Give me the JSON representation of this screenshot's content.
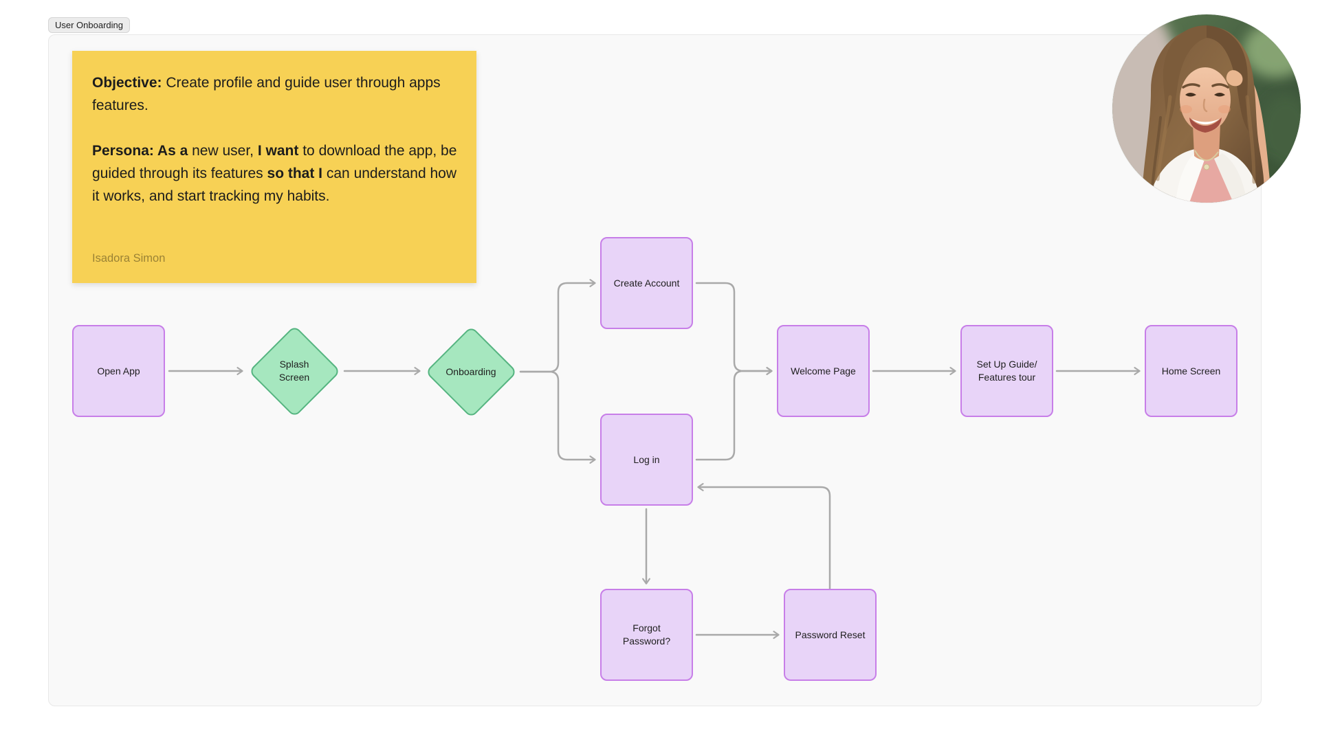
{
  "tab": {
    "label": "User Onboarding"
  },
  "sticky_note": {
    "color": "#F7D155",
    "objective_label": "Objective:",
    "objective_text": "Create profile and guide user through apps features.",
    "persona_label": "Persona: As a",
    "persona_text_1": "new user,",
    "persona_bold_1": "I want",
    "persona_text_2": "to download the app, be guided through its features",
    "persona_bold_2": "so that I",
    "persona_text_3": "can understand how it works, and start tracking my habits.",
    "author": "Isadora Simon"
  },
  "flowchart": {
    "colors": {
      "process_fill": "#E8D4F8",
      "process_stroke": "#C77EE8",
      "decision_fill": "#A6E7BF",
      "decision_stroke": "#55B480",
      "connector": "#A9A9A9",
      "frame_background": "#F9F9F9"
    },
    "nodes": [
      {
        "id": "open-app",
        "label": "Open App",
        "shape": "rectangle"
      },
      {
        "id": "splash-screen",
        "label": "Splash Screen",
        "shape": "diamond"
      },
      {
        "id": "onboarding",
        "label": "Onboarding",
        "shape": "diamond"
      },
      {
        "id": "create-account",
        "label": "Create Account",
        "shape": "rectangle"
      },
      {
        "id": "log-in",
        "label": "Log in",
        "shape": "rectangle"
      },
      {
        "id": "welcome-page",
        "label": "Welcome Page",
        "shape": "rectangle"
      },
      {
        "id": "set-up-guide",
        "label": "Set Up Guide/ Features tour",
        "shape": "rectangle"
      },
      {
        "id": "home-screen",
        "label": "Home Screen",
        "shape": "rectangle"
      },
      {
        "id": "forgot-password",
        "label": "Forgot Password?",
        "shape": "rectangle"
      },
      {
        "id": "password-reset",
        "label": "Password Reset",
        "shape": "rectangle"
      }
    ],
    "connections": [
      {
        "from": "open-app",
        "to": "splash-screen"
      },
      {
        "from": "splash-screen",
        "to": "onboarding"
      },
      {
        "from": "onboarding",
        "to": "create-account"
      },
      {
        "from": "onboarding",
        "to": "log-in"
      },
      {
        "from": "create-account",
        "to": "welcome-page"
      },
      {
        "from": "log-in",
        "to": "welcome-page"
      },
      {
        "from": "welcome-page",
        "to": "set-up-guide"
      },
      {
        "from": "set-up-guide",
        "to": "home-screen"
      },
      {
        "from": "log-in",
        "to": "forgot-password"
      },
      {
        "from": "forgot-password",
        "to": "password-reset"
      },
      {
        "from": "password-reset",
        "to": "log-in"
      }
    ]
  },
  "avatar": {
    "alt": "Collaborator avatar"
  }
}
